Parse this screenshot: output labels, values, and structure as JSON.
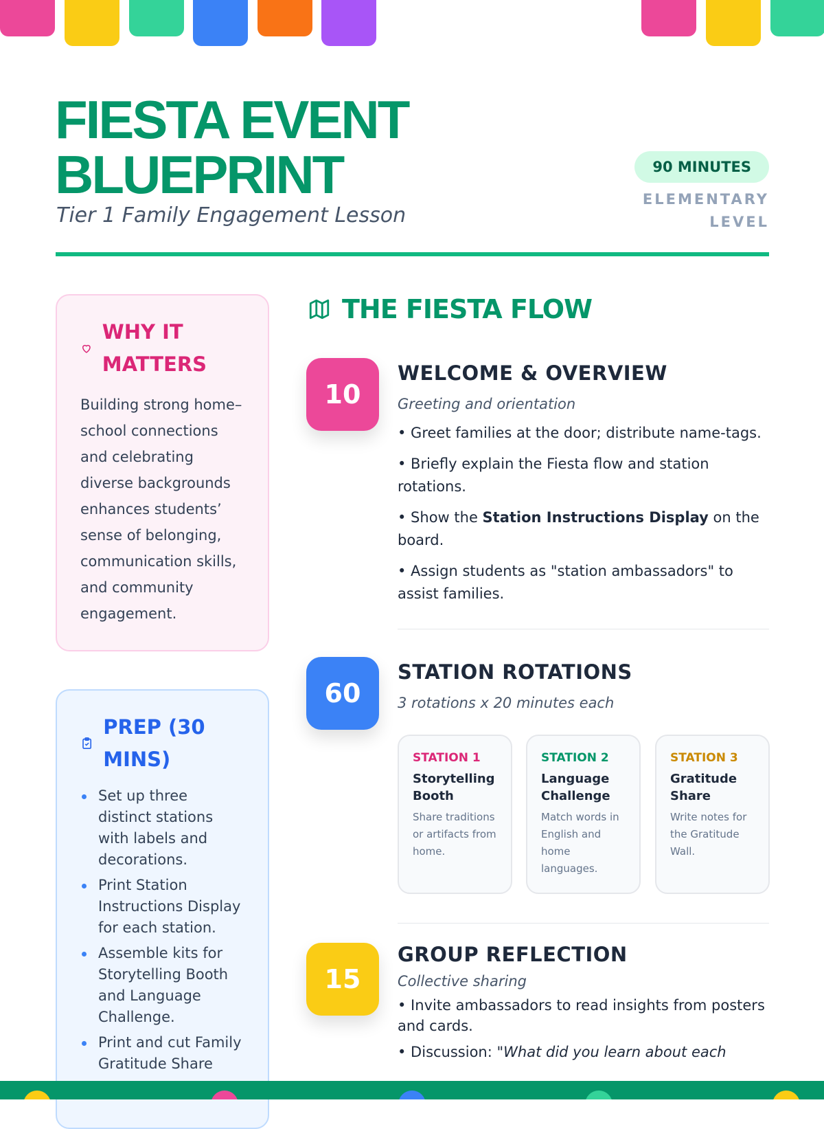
{
  "colors": {
    "pink": "#ec4899",
    "yellow": "#facc15",
    "green": "#34d399",
    "blue": "#3b82f6",
    "orange": "#f97316",
    "purple": "#a855f7",
    "brand": "#059669"
  },
  "header": {
    "title_line1": "FIESTA EVENT",
    "title_line2": "BLUEPRINT",
    "subtitle": "Tier 1 Family Engagement Lesson",
    "duration_badge": "90 MINUTES",
    "level": "ELEMENTARY LEVEL"
  },
  "why": {
    "icon": "heart-icon",
    "title": "WHY IT MATTERS",
    "body": "Building strong home–school connections and celebrating diverse backgrounds enhances students’ sense of belonging, communication skills, and community engagement."
  },
  "prep": {
    "icon": "clipboard-check-icon",
    "title": "PREP (30 MINS)",
    "items": [
      "Set up three distinct stations with labels and decorations.",
      "Print Station Instructions Display for each station.",
      "Assemble kits for Storytelling Booth and Language Challenge.",
      "Print and cut Family Gratitude Share"
    ]
  },
  "flow": {
    "icon": "map-icon",
    "title": "THE FIESTA FLOW",
    "steps": [
      {
        "minutes": "10",
        "title": "WELCOME & OVERVIEW",
        "subtitle": "Greeting and orientation",
        "bullets": [
          "• Greet families at the door; distribute name-tags.",
          "• Briefly explain the Fiesta flow and station rotations."
        ],
        "b3_pre": "• Show the ",
        "b3_bold": "Station Instructions Display",
        "b3_post": " on the board.",
        "b4": "• Assign students as \"station ambassadors\" to assist families."
      },
      {
        "minutes": "60",
        "title": "STATION ROTATIONS",
        "subtitle": "3 rotations x 20 minutes each",
        "stations": [
          {
            "label": "STATION 1",
            "name": "Storytelling Booth",
            "desc": "Share traditions or artifacts from home."
          },
          {
            "label": "STATION 2",
            "name": "Language Challenge",
            "desc": "Match words in English and home languages."
          },
          {
            "label": "STATION 3",
            "name": "Gratitude Share",
            "desc": "Write notes for the Gratitude Wall."
          }
        ]
      },
      {
        "minutes": "15",
        "title": "GROUP REFLECTION",
        "subtitle": "Collective sharing",
        "bullets": [
          "• Invite ambassadors to read insights from posters and cards."
        ],
        "b2_pre": "• Discussion: ",
        "b2_italic": "\"What did you learn about each"
      }
    ]
  }
}
